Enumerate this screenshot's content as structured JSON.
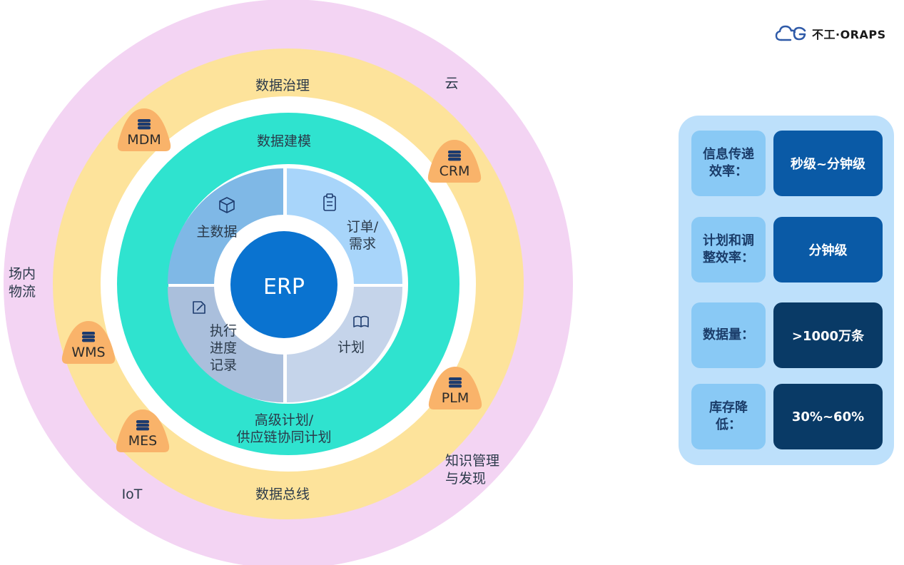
{
  "logo": {
    "text": "不工·ORAPS"
  },
  "rings": {
    "outer": {
      "labels": {
        "top": "云",
        "left": "场内\n物流",
        "bottom_left": "IoT",
        "bottom_right": "知识管理\n与发现"
      },
      "colors": {
        "fill": "#f3d4f3"
      }
    },
    "middle": {
      "labels": {
        "top": "数据治理",
        "bottom": "数据总线"
      },
      "colors": {
        "fill": "#fde39b"
      },
      "systems": [
        {
          "label": "MDM",
          "icon": "database-icon"
        },
        {
          "label": "CRM",
          "icon": "database-icon"
        },
        {
          "label": "WMS",
          "icon": "database-icon"
        },
        {
          "label": "PLM",
          "icon": "database-icon"
        },
        {
          "label": "MES",
          "icon": "database-icon"
        }
      ]
    },
    "inner": {
      "labels": {
        "top": "数据建模",
        "bottom_line1": "高级计划/",
        "bottom_line2": "供应链协同计划"
      },
      "colors": {
        "fill": "#2fe3cf"
      }
    },
    "core": {
      "label": "ERP",
      "colors": {
        "fill": "#0a73d0",
        "text": "#ffffff"
      },
      "quadrants": [
        {
          "lines": [
            "主数据"
          ],
          "icon": "cube-icon",
          "color": "#7fb8e6"
        },
        {
          "lines": [
            "订单/",
            "需求"
          ],
          "icon": "clipboard-icon",
          "color": "#a8d5fa"
        },
        {
          "lines": [
            "计划"
          ],
          "icon": "book-icon",
          "color": "#c5d4ea"
        },
        {
          "lines": [
            "执行",
            "进度",
            "记录"
          ],
          "icon": "edit-icon",
          "color": "#aabfdc"
        }
      ]
    }
  },
  "metrics": [
    {
      "label": "信息传递效率：",
      "value": "秒级~分钟级",
      "value_color": "#0a5aa6"
    },
    {
      "label": "计划和调整效率：",
      "value": "分钟级",
      "value_color": "#0a5aa6"
    },
    {
      "label": "数据量：",
      "value": ">1000万条",
      "value_color": "#093a66"
    },
    {
      "label": "库存降低：",
      "value": "30%~60%",
      "value_color": "#093a66"
    }
  ],
  "colors": {
    "badge": "#f9b36a",
    "icon_dark": "#1d3b6e",
    "panel_bg": "#bde0fb",
    "label_bg": "#89c9f5"
  }
}
